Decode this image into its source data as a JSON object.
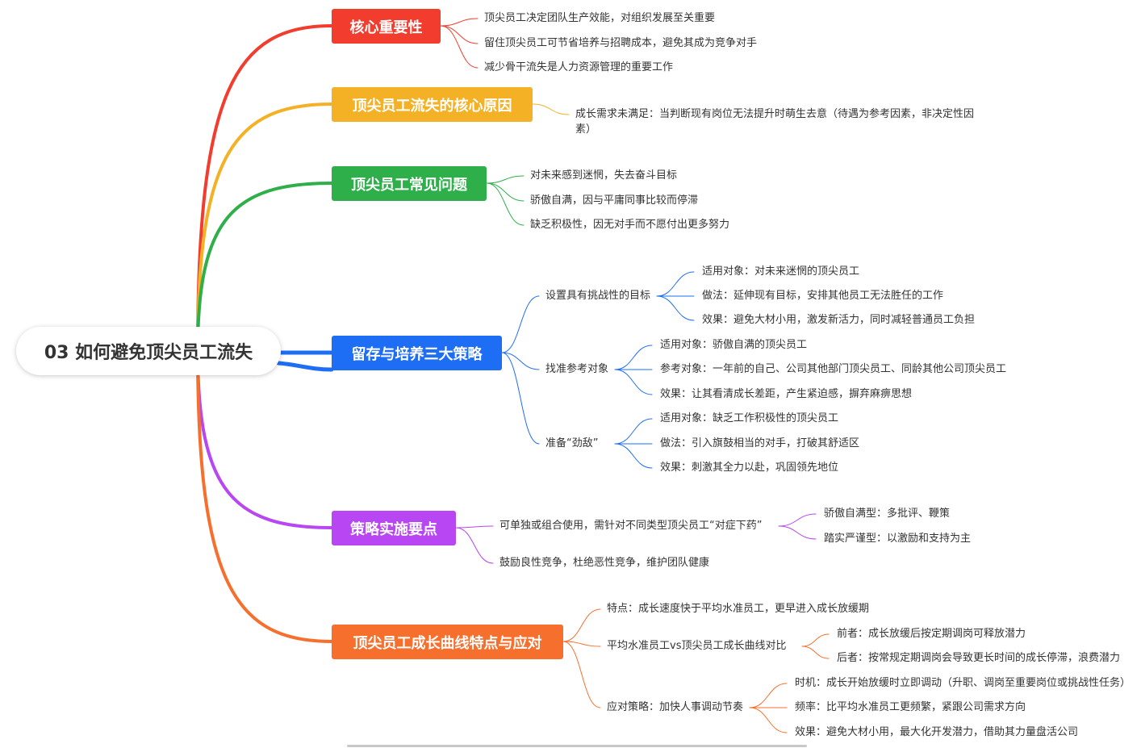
{
  "root": {
    "title": "03 如何避免顶尖员工流失"
  },
  "branches": [
    {
      "id": "b1",
      "color": "#f23c2e",
      "label": "核心重要性",
      "children": [
        {
          "text": "顶尖员工决定团队生产效能，对组织发展至关重要"
        },
        {
          "text": "留住顶尖员工可节省培养与招聘成本，避免其成为竞争对手"
        },
        {
          "text": "减少骨干流失是人力资源管理的重要工作"
        }
      ]
    },
    {
      "id": "b2",
      "color": "#f4b125",
      "label": "顶尖员工流失的核心原因",
      "children": [
        {
          "text": "成长需求未满足：当判断现有岗位无法提升时萌生去意（待遇为参考因素，非决定性因素）"
        }
      ]
    },
    {
      "id": "b3",
      "color": "#2eaf4a",
      "label": "顶尖员工常见问题",
      "children": [
        {
          "text": "对未来感到迷惘，失去奋斗目标"
        },
        {
          "text": "骄傲自满，因与平庸同事比较而停滞"
        },
        {
          "text": "缺乏积极性，因无对手而不愿付出更多努力"
        }
      ]
    },
    {
      "id": "b4",
      "color": "#1e6ef5",
      "label": "留存与培养三大策略",
      "children": [
        {
          "text": "设置具有挑战性的目标",
          "children": [
            {
              "text": "适用对象：对未来迷惘的顶尖员工"
            },
            {
              "text": "做法：延伸现有目标，安排其他员工无法胜任的工作"
            },
            {
              "text": "效果：避免大材小用，激发新活力，同时减轻普通员工负担"
            }
          ]
        },
        {
          "text": "找准参考对象",
          "children": [
            {
              "text": "适用对象：骄傲自满的顶尖员工"
            },
            {
              "text": "参考对象：一年前的自己、公司其他部门顶尖员工、同龄其他公司顶尖员工"
            },
            {
              "text": "效果：让其看清成长差距，产生紧迫感，摒弃麻痹思想"
            }
          ]
        },
        {
          "text": "准备“劲敌”",
          "children": [
            {
              "text": "适用对象：缺乏工作积极性的顶尖员工"
            },
            {
              "text": "做法：引入旗鼓相当的对手，打破其舒适区"
            },
            {
              "text": "效果：刺激其全力以赴，巩固领先地位"
            }
          ]
        }
      ]
    },
    {
      "id": "b5",
      "color": "#b846f2",
      "label": "策略实施要点",
      "children": [
        {
          "text": "可单独或组合使用，需针对不同类型顶尖员工“对症下药”",
          "children": [
            {
              "text": "骄傲自满型：多批评、鞭策"
            },
            {
              "text": "踏实严谨型：以激励和支持为主"
            }
          ]
        },
        {
          "text": "鼓励良性竞争，杜绝恶性竞争，维护团队健康"
        }
      ]
    },
    {
      "id": "b6",
      "color": "#f76f2d",
      "label": "顶尖员工成长曲线特点与应对",
      "children": [
        {
          "text": "特点：成长速度快于平均水准员工，更早进入成长放缓期"
        },
        {
          "text": "平均水准员工vs顶尖员工成长曲线对比",
          "children": [
            {
              "text": "前者：成长放缓后按定期调岗可释放潜力"
            },
            {
              "text": "后者：按常规定期调岗会导致更长时间的成长停滞，浪费潜力"
            }
          ]
        },
        {
          "text": "应对策略：加快人事调动节奏",
          "children": [
            {
              "text": "时机：成长开始放缓时立即调动（升职、调岗至重要岗位或挑战性任务）"
            },
            {
              "text": "频率：比平均水准员工更频繁，紧跟公司需求方向"
            },
            {
              "text": "效果：避免大材小用，最大化开发潜力，借助其力量盘活公司"
            }
          ]
        }
      ]
    }
  ]
}
